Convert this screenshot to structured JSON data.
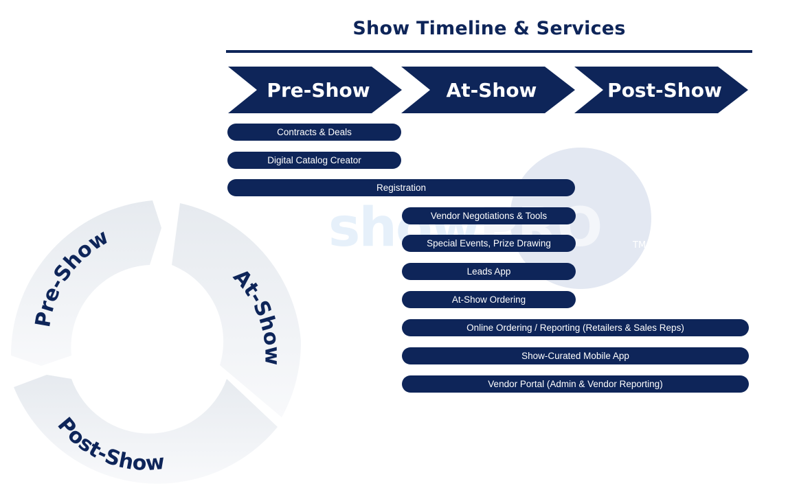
{
  "title": "Show Timeline & Services",
  "phases": [
    "Pre-Show",
    "At-Show",
    "Post-Show"
  ],
  "services": [
    "Contracts & Deals",
    "Digital Catalog Creator",
    "Registration",
    "Vendor Negotiations & Tools",
    "Special Events, Prize Drawing",
    "Leads App",
    "At-Show Ordering",
    "Online Ordering / Reporting (Retailers & Sales Reps)",
    "Show-Curated Mobile App",
    "Vendor Portal (Admin & Vendor Reporting)"
  ],
  "watermark": {
    "text": "showPRO",
    "trademark": "TM"
  },
  "cycle": [
    "Pre-Show",
    "At-Show",
    "Post-Show"
  ],
  "colors": {
    "navy": "#0e2559",
    "watermark_circle": "#e3e8f2",
    "cycle_ring": "#eceff3"
  }
}
